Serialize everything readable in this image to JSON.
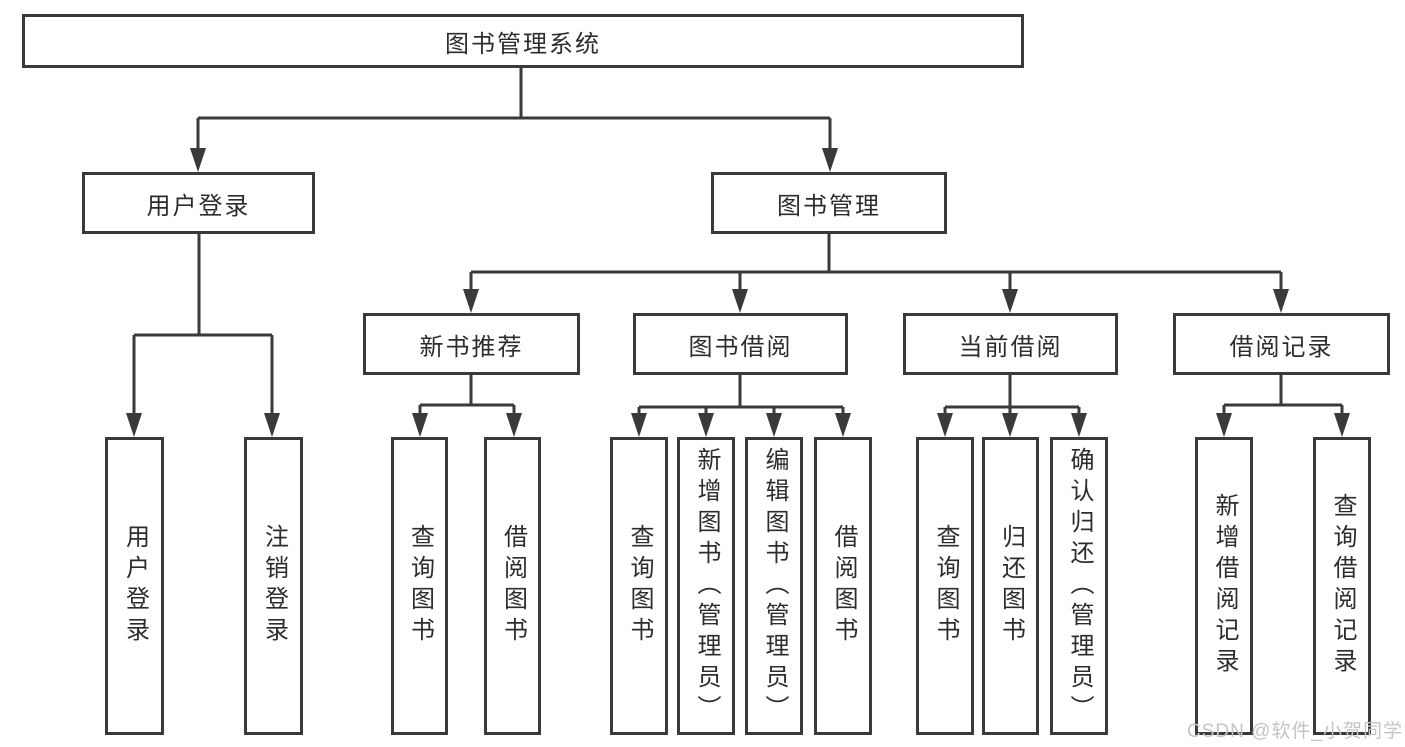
{
  "tree": {
    "label": "图书管理系统",
    "children": [
      {
        "label": "用户登录",
        "children": [
          {
            "label": "用户登录"
          },
          {
            "label": "注销登录"
          }
        ]
      },
      {
        "label": "图书管理",
        "children": [
          {
            "label": "新书推荐",
            "children": [
              {
                "label": "查询图书"
              },
              {
                "label": "借阅图书"
              }
            ]
          },
          {
            "label": "图书借阅",
            "children": [
              {
                "label": "查询图书"
              },
              {
                "label": "新增图书（管理员）"
              },
              {
                "label": "编辑图书（管理员）"
              },
              {
                "label": "借阅图书"
              }
            ]
          },
          {
            "label": "当前借阅",
            "children": [
              {
                "label": "查询图书"
              },
              {
                "label": "归还图书"
              },
              {
                "label": "确认归还（管理员）"
              }
            ]
          },
          {
            "label": "借阅记录",
            "children": [
              {
                "label": "新增借阅记录"
              },
              {
                "label": "查询借阅记录"
              }
            ]
          }
        ]
      }
    ]
  },
  "watermark": {
    "text": "CSDN @软件_小贺同学"
  },
  "colors": {
    "line": "#3a3a3a",
    "box_border": "#3a3a3a",
    "text": "#2d2d2d",
    "watermark": "#c4c4c4",
    "background": "#ffffff"
  }
}
